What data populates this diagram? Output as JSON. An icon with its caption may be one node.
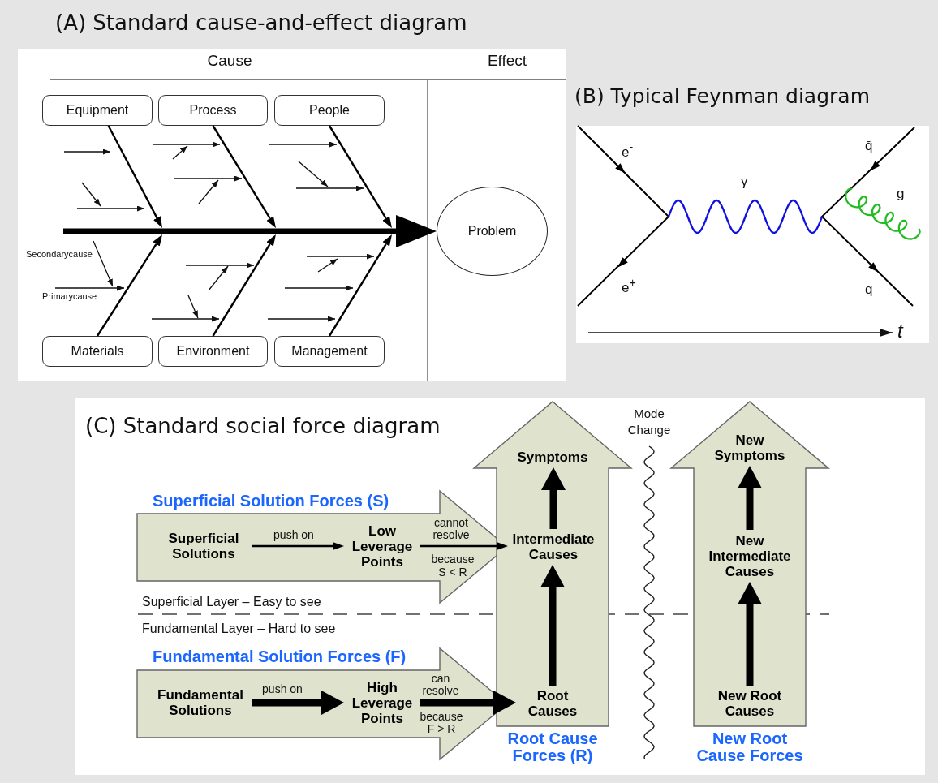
{
  "diagram": {
    "nodes": [
      {
        "text": [
          "Equipment"
        ]
      },
      {
        "text": [
          "Process"
        ]
      },
      {
        "text": [
          "People"
        ]
      },
      {
        "text": [
          "Materials"
        ]
      },
      {
        "text": [
          "Environment"
        ]
      },
      {
        "text": [
          "Management"
        ]
      },
      {
        "text": [
          "Problem"
        ]
      },
      {
        "text": [
          "Superficial Solution Forces (S)"
        ]
      },
      {
        "text": [
          "Superficial Solutions"
        ],
        "in": 7
      },
      {
        "text": [
          "Low Leverage Points"
        ],
        "in": 7
      },
      {
        "text": [
          "Fundamental Solution Forces (F)"
        ]
      },
      {
        "text": [
          "Fundamental Solutions"
        ],
        "in": 10
      },
      {
        "text": [
          "High Leverage Points"
        ],
        "in": 10
      },
      {
        "text": [
          "Root Cause Forces (R)"
        ]
      },
      {
        "text": [
          "Symptoms"
        ],
        "in": 13
      },
      {
        "text": [
          "Intermediate Causes"
        ],
        "in": 13
      },
      {
        "text": [
          "Root Causes"
        ],
        "in": 13
      },
      {
        "text": [
          "New Root Cause Forces"
        ]
      },
      {
        "text": [
          "New Symptoms"
        ],
        "in": 17
      },
      {
        "text": [
          "New Intermediate Causes"
        ],
        "in": 17
      },
      {
        "text": [
          "New Root Causes"
        ],
        "in": 17
      }
    ],
    "edges": [
      {
        "from": null,
        "to": 6,
        "arrow": "to",
        "style": "thick"
      },
      {
        "from": 0,
        "to": null,
        "arrow": "to"
      },
      {
        "from": 1,
        "to": null,
        "arrow": "to"
      },
      {
        "from": 2,
        "to": null,
        "arrow": "to"
      },
      {
        "from": 3,
        "to": null,
        "arrow": "to"
      },
      {
        "from": 4,
        "to": null,
        "arrow": "to"
      },
      {
        "from": 5,
        "to": null,
        "arrow": "to"
      },
      {
        "from": 8,
        "to": 9,
        "arrow": "to",
        "label": "push on"
      },
      {
        "from": 9,
        "to": 15,
        "arrow": "to",
        "label": "cannot resolve"
      },
      {
        "from": 11,
        "to": 12,
        "arrow": "to",
        "label": "push on",
        "style": "thick"
      },
      {
        "from": 12,
        "to": 16,
        "arrow": "to",
        "label": "can resolve",
        "style": "thick"
      },
      {
        "from": 16,
        "to": 15,
        "arrow": "to",
        "style": "thick"
      },
      {
        "from": 15,
        "to": 14,
        "arrow": "to",
        "style": "thick"
      },
      {
        "from": 20,
        "to": 19,
        "arrow": "to",
        "style": "thick"
      },
      {
        "from": 19,
        "to": 18,
        "arrow": "to",
        "style": "thick"
      }
    ],
    "labels": [
      "(A) Standard cause-and-effect diagram",
      "Cause",
      "Effect",
      "Secondarycause",
      "Primarycause",
      "(B) Typical Feynman diagram",
      "e$^{-}$",
      "γ",
      "q̄",
      "g",
      "e$^{+}$",
      "q",
      "t",
      "(C) Standard social force diagram",
      "Mode Change",
      "because S < R",
      "Superficial Layer – Easy to see",
      "Fundamental Layer – Hard to see",
      "because F > R"
    ]
  }
}
